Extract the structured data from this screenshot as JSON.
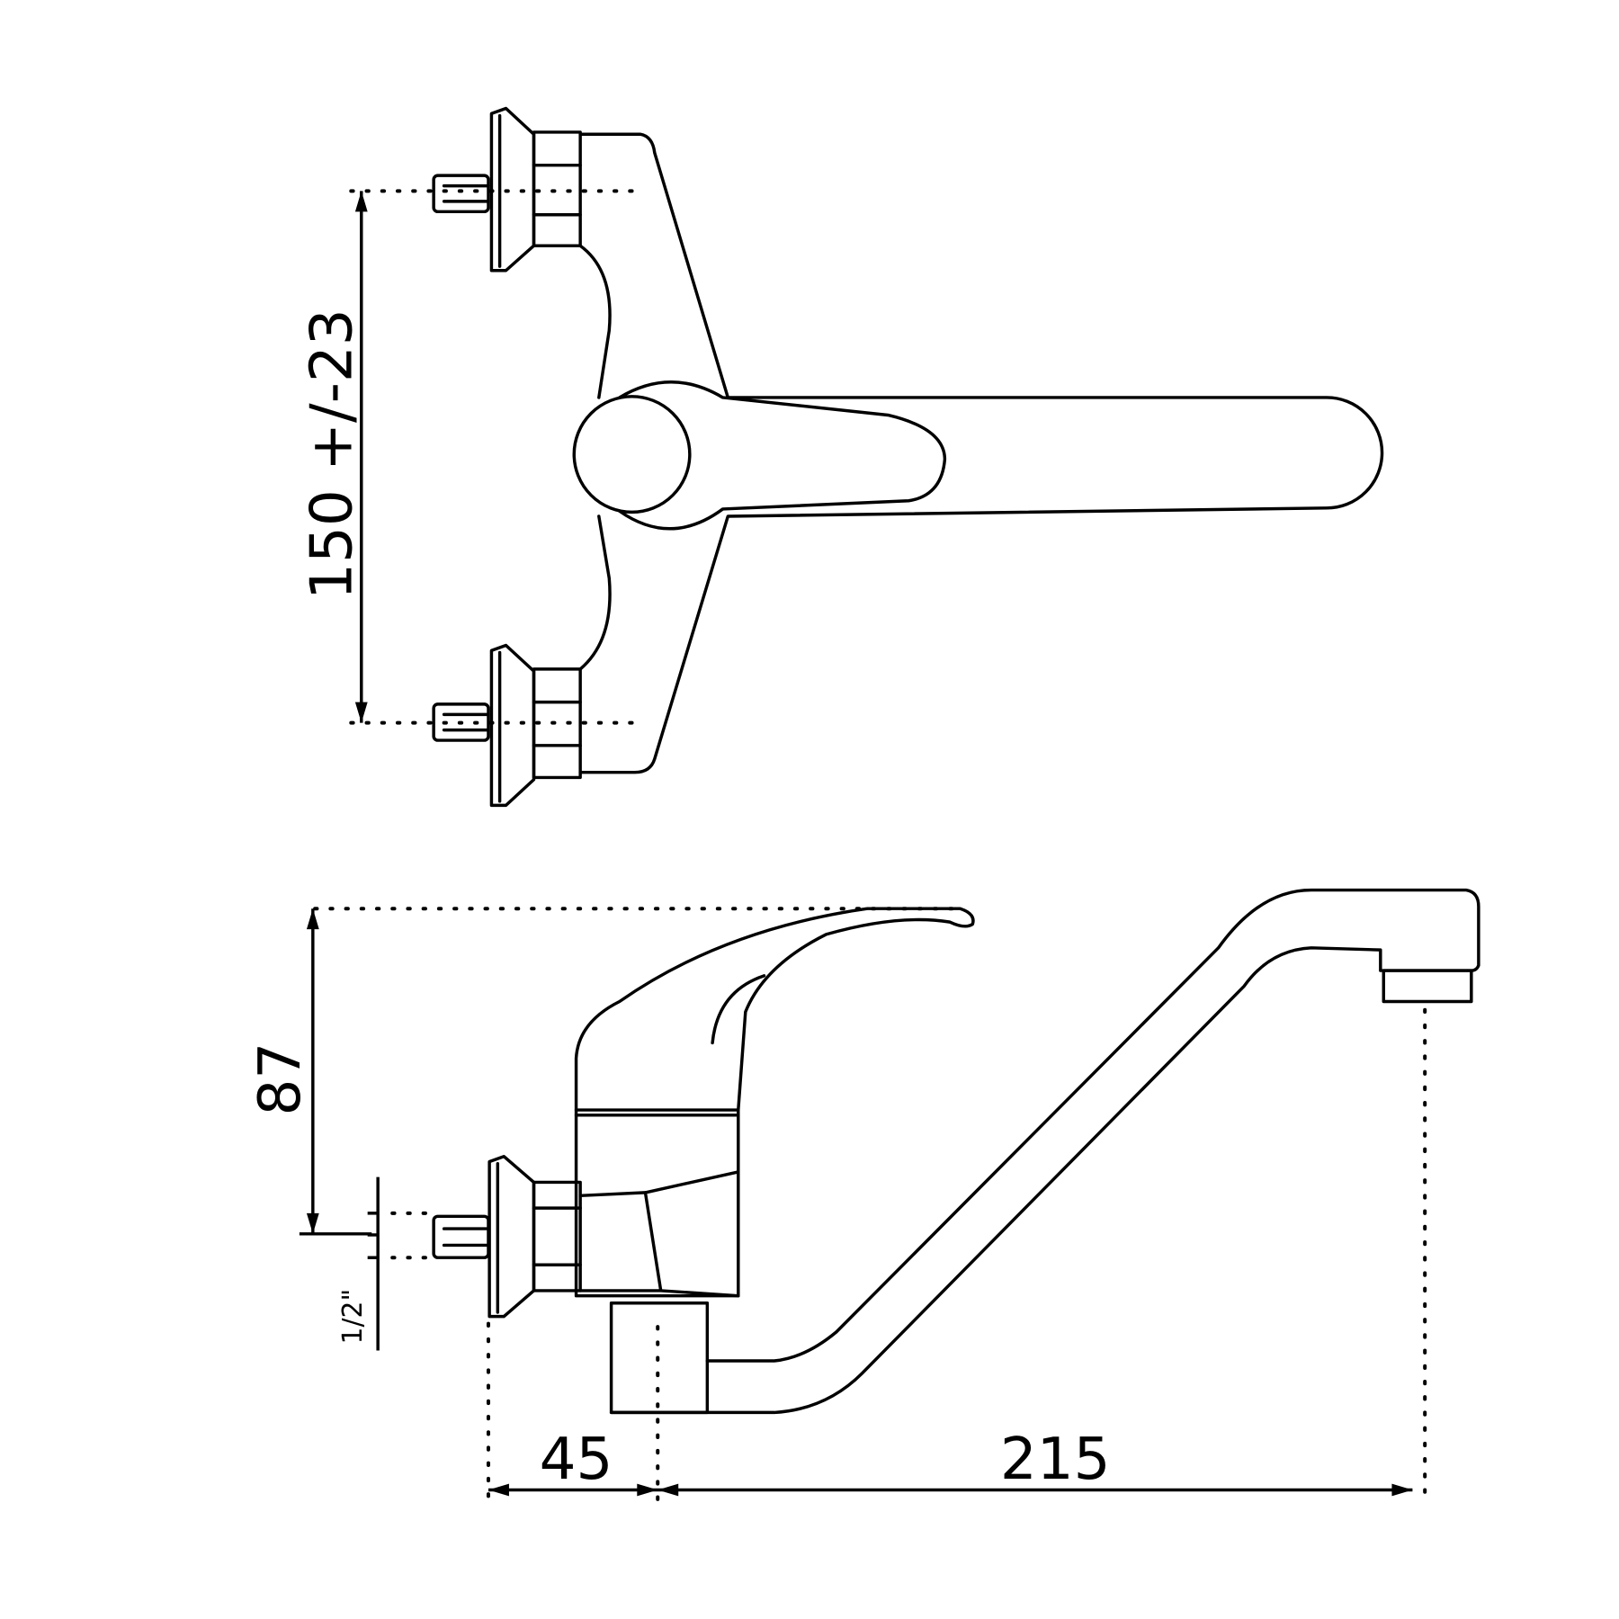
{
  "drawing": {
    "top_view": {
      "dimension_spacing": "150 +/-23"
    },
    "side_view": {
      "dimension_height": "87",
      "dimension_thread": "1/2\"",
      "dimension_offset": "45",
      "dimension_reach": "215"
    }
  }
}
